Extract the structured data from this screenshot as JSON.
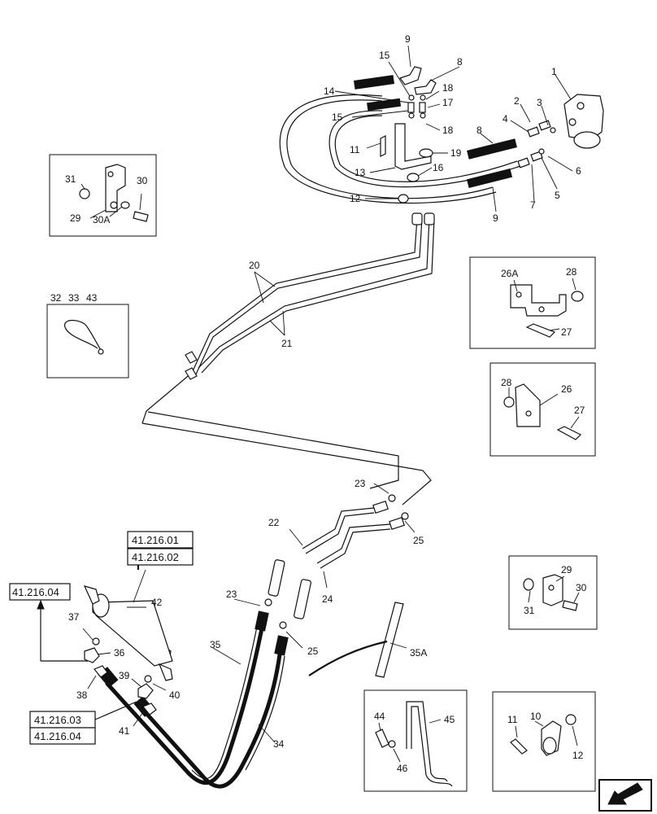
{
  "callouts": [
    {
      "id": "c9a",
      "text": "9"
    },
    {
      "id": "c15a",
      "text": "15"
    },
    {
      "id": "c8a",
      "text": "8"
    },
    {
      "id": "c1",
      "text": "1"
    },
    {
      "id": "c14",
      "text": "14"
    },
    {
      "id": "c18a",
      "text": "18"
    },
    {
      "id": "c17",
      "text": "17"
    },
    {
      "id": "c2",
      "text": "2"
    },
    {
      "id": "c3",
      "text": "3"
    },
    {
      "id": "c15b",
      "text": "15"
    },
    {
      "id": "c18b",
      "text": "18"
    },
    {
      "id": "c4",
      "text": "4"
    },
    {
      "id": "c11a",
      "text": "11"
    },
    {
      "id": "c19",
      "text": "19"
    },
    {
      "id": "c8b",
      "text": "8"
    },
    {
      "id": "c6",
      "text": "6"
    },
    {
      "id": "c13",
      "text": "13"
    },
    {
      "id": "c16",
      "text": "16"
    },
    {
      "id": "c5",
      "text": "5"
    },
    {
      "id": "c12a",
      "text": "12"
    },
    {
      "id": "c7",
      "text": "7"
    },
    {
      "id": "c9b",
      "text": "9"
    },
    {
      "id": "c31a",
      "text": "31"
    },
    {
      "id": "c30a",
      "text": "30"
    },
    {
      "id": "c29a",
      "text": "29"
    },
    {
      "id": "c30Aa",
      "text": "30A"
    },
    {
      "id": "c20",
      "text": "20"
    },
    {
      "id": "c21",
      "text": "21"
    },
    {
      "id": "c32",
      "text": "32"
    },
    {
      "id": "c33",
      "text": "33"
    },
    {
      "id": "c43",
      "text": "43"
    },
    {
      "id": "c26A",
      "text": "26A"
    },
    {
      "id": "c28a",
      "text": "28"
    },
    {
      "id": "c27a",
      "text": "27"
    },
    {
      "id": "c28b",
      "text": "28"
    },
    {
      "id": "c26",
      "text": "26"
    },
    {
      "id": "c27b",
      "text": "27"
    },
    {
      "id": "c23a",
      "text": "23"
    },
    {
      "id": "c22",
      "text": "22"
    },
    {
      "id": "c25a",
      "text": "25"
    },
    {
      "id": "c42",
      "text": "42"
    },
    {
      "id": "c23b",
      "text": "23"
    },
    {
      "id": "c24",
      "text": "24"
    },
    {
      "id": "c29b",
      "text": "29"
    },
    {
      "id": "c30b",
      "text": "30"
    },
    {
      "id": "c31b",
      "text": "31"
    },
    {
      "id": "c37",
      "text": "37"
    },
    {
      "id": "c36",
      "text": "36"
    },
    {
      "id": "c35",
      "text": "35"
    },
    {
      "id": "c25b",
      "text": "25"
    },
    {
      "id": "c35A",
      "text": "35A"
    },
    {
      "id": "c39",
      "text": "39"
    },
    {
      "id": "c40",
      "text": "40"
    },
    {
      "id": "c38",
      "text": "38"
    },
    {
      "id": "c41",
      "text": "41"
    },
    {
      "id": "c34",
      "text": "34"
    },
    {
      "id": "c44",
      "text": "44"
    },
    {
      "id": "c45",
      "text": "45"
    },
    {
      "id": "c46",
      "text": "46"
    },
    {
      "id": "c11b",
      "text": "11"
    },
    {
      "id": "c10",
      "text": "10"
    },
    {
      "id": "c12b",
      "text": "12"
    }
  ],
  "references": [
    {
      "id": "r1",
      "text": "41.216.01"
    },
    {
      "id": "r2",
      "text": "41.216.02"
    },
    {
      "id": "r3",
      "text": "41.216.04"
    },
    {
      "id": "r4",
      "text": "41.216.03"
    },
    {
      "id": "r5",
      "text": "41.216.04"
    }
  ],
  "nav_icon": "next-page-arrow-icon"
}
